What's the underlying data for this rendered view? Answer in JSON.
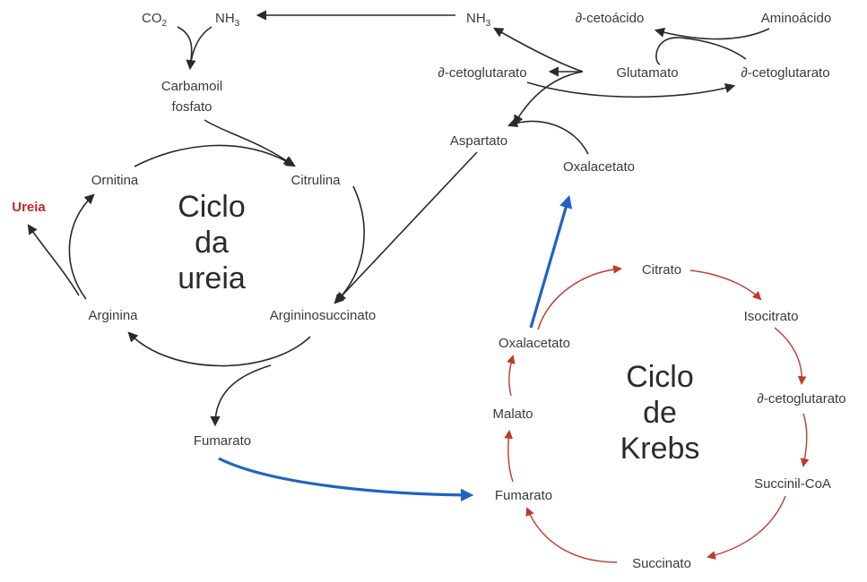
{
  "colors": {
    "black": "#2a2a2a",
    "red": "#c0392b",
    "blue": "#1e63c4",
    "urea": "#c0282d"
  },
  "urea_cycle": {
    "title_lines": [
      "Ciclo",
      "da",
      "ureia"
    ],
    "co2_base": "CO",
    "co2_sub": "2",
    "nh3_base": "NH",
    "nh3_sub": "3",
    "carbamoil_lines": [
      "Carbamoil",
      "fosfato"
    ],
    "citrulina": "Citrulina",
    "ornitina": "Ornitina",
    "ureia": "Ureia",
    "arginina": "Arginina",
    "argininosuccinato": "Argininosuccinato",
    "fumarato": "Fumarato",
    "aspartato": "Aspartato"
  },
  "transamination": {
    "nh3_base": "NH",
    "nh3_sub": "3",
    "cetoacido": "∂-cetoácido",
    "aminoacido": "Aminoácido",
    "cetoglutarato_left": "∂-cetoglutarato",
    "glutamato": "Glutamato",
    "cetoglutarato_right": "∂-cetoglutarato",
    "oxalacetato": "Oxalacetato"
  },
  "krebs_cycle": {
    "title_lines": [
      "Ciclo",
      "de",
      "Krebs"
    ],
    "citrato": "Citrato",
    "isocitrato": "Isocitrato",
    "cetoglutarato": "∂-cetoglutarato",
    "succinil_coa": "Succinil-CoA",
    "succinato": "Succinato",
    "fumarato": "Fumarato",
    "malato": "Malato",
    "oxalacetato": "Oxalacetato"
  }
}
